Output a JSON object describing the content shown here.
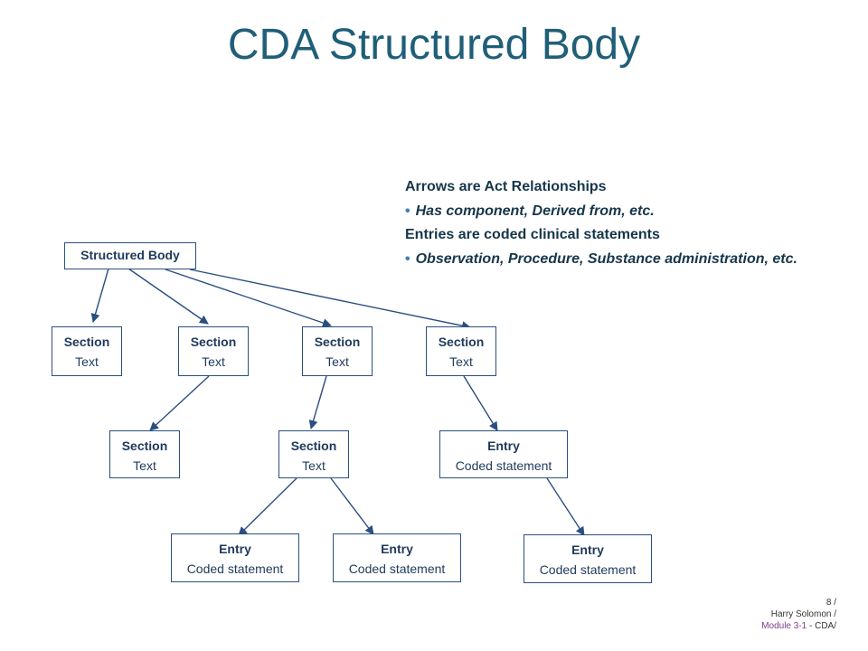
{
  "title": "CDA Structured Body",
  "notes": {
    "line1": "Arrows are Act Relationships",
    "bullet1": "Has component, Derived from, etc.",
    "line2": "Entries are coded clinical statements",
    "bullet2": "Observation, Procedure, Substance administration, etc."
  },
  "nodes": {
    "root": "Structured Body",
    "section_label": "Section",
    "section_text": "Text",
    "entry_label": "Entry",
    "entry_text": "Coded statement"
  },
  "footer": {
    "page": "8 /",
    "author": "Harry Solomon /",
    "module": "Module 3-1",
    "course": " - CDA/"
  },
  "colors": {
    "title": "#1f5f78",
    "box_border": "#2b4f80",
    "arrow": "#2b4f80"
  }
}
